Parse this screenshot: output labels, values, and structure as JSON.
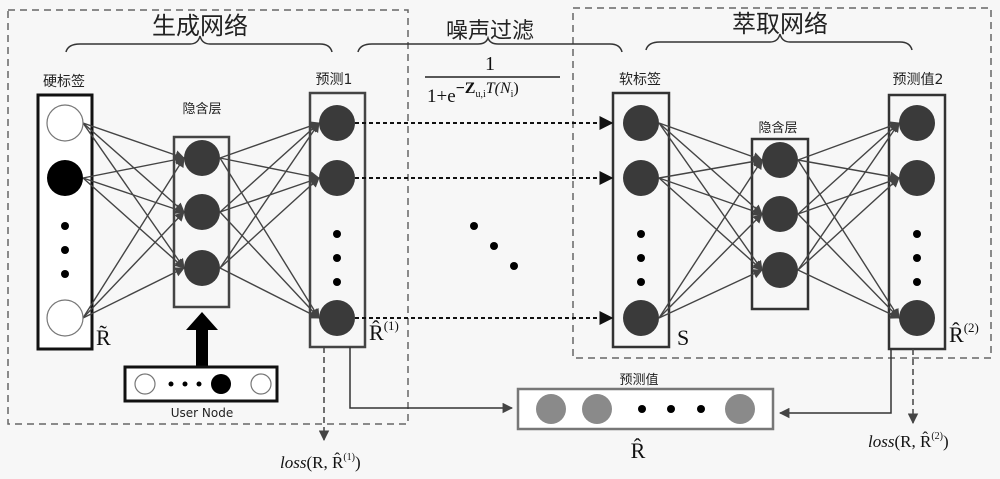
{
  "titles": {
    "generation_network": "生成网络",
    "noise_filter": "噪声过滤",
    "extraction_network": "萃取网络"
  },
  "formula": {
    "numerator": "1",
    "denominator_base": "1+e",
    "exponent": "−Z",
    "exponent_sub": "u,i",
    "exponent_tail": "T(N",
    "exponent_tail_sub": "i",
    "exponent_close": ")"
  },
  "left_network": {
    "input_label": "硬标签",
    "hidden_label": "隐含层",
    "output_label": "预测1",
    "input_symbol": "R̃",
    "output_symbol": "R̂",
    "output_superscript": "(1)",
    "user_node_label": "User Node",
    "input_nodes": [
      "empty",
      "filled-black",
      "ellipsis",
      "empty"
    ],
    "hidden_nodes": 3,
    "output_nodes": [
      "filled-dark",
      "filled-dark",
      "ellipsis",
      "filled-dark"
    ],
    "user_nodes": [
      "empty",
      "ellipsis",
      "filled-black",
      "empty"
    ]
  },
  "right_network": {
    "input_label": "软标签",
    "hidden_label": "隐含层",
    "output_label": "预测值2",
    "input_symbol": "S",
    "output_symbol": "R̂",
    "output_superscript": "(2)",
    "input_nodes": [
      "filled-dark",
      "filled-dark",
      "ellipsis",
      "filled-dark"
    ],
    "hidden_nodes": 3,
    "output_nodes": [
      "filled-dark",
      "filled-dark",
      "ellipsis",
      "filled-dark"
    ]
  },
  "final_prediction": {
    "label": "预测值",
    "symbol": "R̂",
    "nodes": [
      "gray",
      "gray",
      "ellipsis",
      "gray"
    ]
  },
  "losses": {
    "left_prefix": "loss",
    "left_args": "(R, R̂",
    "left_sup": "(1)",
    "left_close": ")",
    "right_prefix": "loss",
    "right_args": "(R, R̂",
    "right_sup": "(2)",
    "right_close": ")"
  },
  "colors": {
    "node_dark": "#3a3a3a",
    "node_black": "#000000",
    "node_gray": "#8a8a8a",
    "edge": "#444444",
    "dashed_box": "#666666"
  }
}
